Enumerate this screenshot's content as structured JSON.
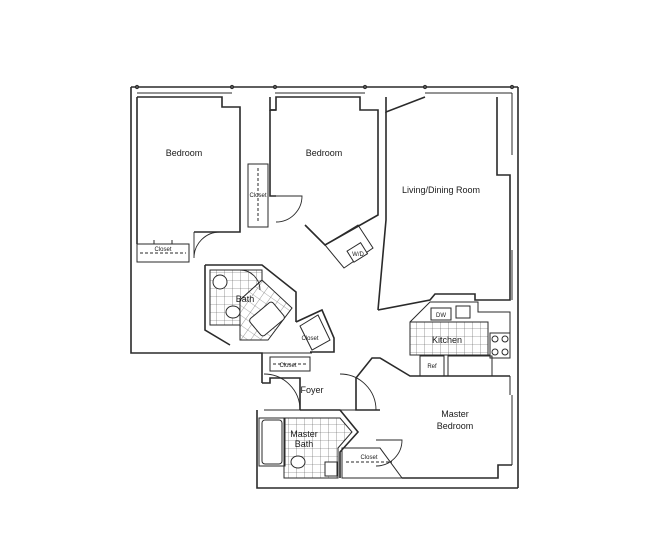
{
  "rooms": {
    "bedroom_1": "Bedroom",
    "bedroom_2": "Bedroom",
    "living": "Living/Dining Room",
    "bath": "Bath",
    "kitchen": "Kitchen",
    "foyer": "Foyer",
    "master_bath_line1": "Master",
    "master_bath_line2": "Bath",
    "master_bedroom_line1": "Master",
    "master_bedroom_line2": "Bedroom"
  },
  "fixtures": {
    "closet_bed1": "Closet",
    "closet_bed2": "Closet",
    "washer_dryer": "W/D",
    "closet_bath": "Closet",
    "closet_foyer": "Closet",
    "dishwasher": "DW",
    "refrigerator": "Ref",
    "closet_master": "Closet"
  }
}
